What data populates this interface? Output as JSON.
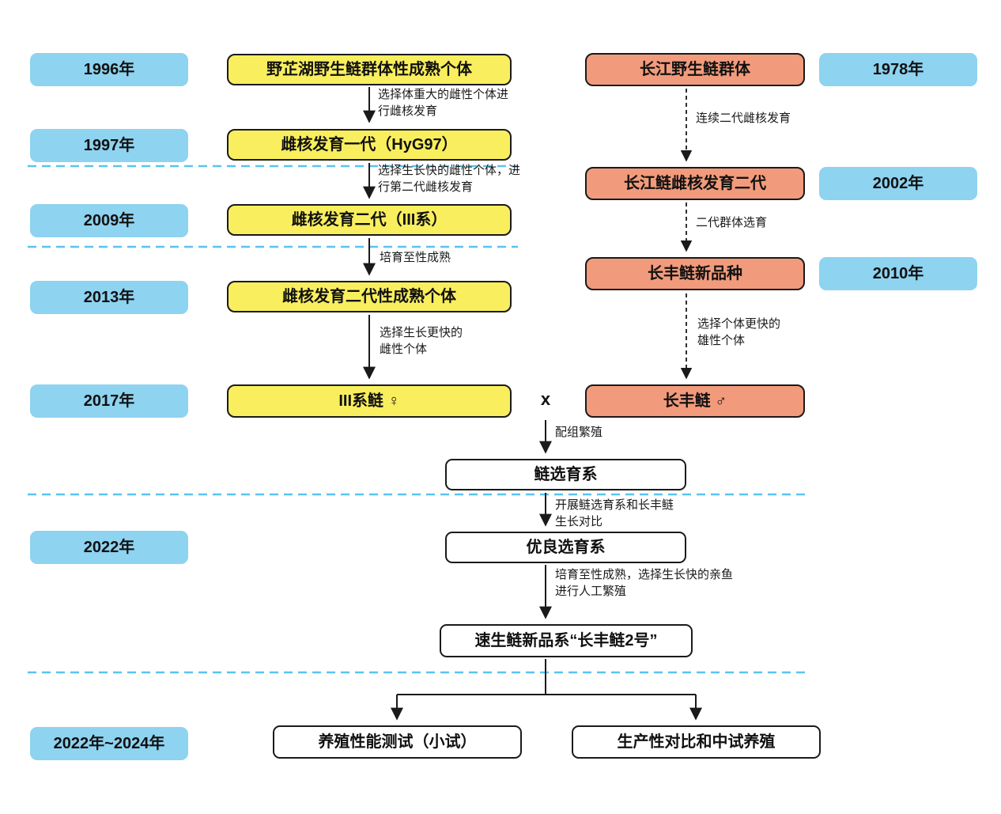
{
  "colors": {
    "badge_blue": "#8ed3f0",
    "box_yellow": "#f9ef5e",
    "box_orange": "#f29b7c",
    "box_white": "#ffffff",
    "separator_blue": "#59c4f0",
    "arrow_black": "#1a1a1a"
  },
  "left_years": [
    "1996年",
    "1997年",
    "2009年",
    "2013年",
    "2017年",
    "2022年",
    "2022年~2024年"
  ],
  "right_years": [
    "1978年",
    "2002年",
    "2010年"
  ],
  "yellow_boxes": [
    "野芷湖野生鲢群体性成熟个体",
    "雌核发育一代（HyG97）",
    "雌核发育二代（III系）",
    "雌核发育二代性成熟个体",
    "III系鲢 ♀"
  ],
  "orange_boxes": [
    "长江野生鲢群体",
    "长江鲢雌核发育二代",
    "长丰鲢新品种",
    "长丰鲢 ♂"
  ],
  "center_boxes": [
    "鲢选育系",
    "优良选育系",
    "速生鲢新品系“长丰鲢2号”"
  ],
  "bottom_boxes": [
    "养殖性能测试（小试）",
    "生产性对比和中试养殖"
  ],
  "cross_symbol": "x",
  "arrow_labels": {
    "select_heavy_female": "选择体重大的雌性个体进\n行雌核发育",
    "select_fast_female_gen2": "选择生长快的雌性个体，进\n行第二代雌核发育",
    "rear_to_maturity": "培育至性成熟",
    "select_faster_female": "选择生长更快的\n雌性个体",
    "two_generations_gynogenesis": "连续二代雌核发育",
    "second_generation_selection": "二代群体选育",
    "select_faster_male": "选择个体更快的\n雄性个体",
    "pair_breeding": "配组繁殖",
    "growth_comparison": "开展鲢选育系和长丰鲢\n生长对比",
    "artificial_breeding": "培育至性成熟，选择生长快的亲鱼\n进行人工繁殖"
  }
}
